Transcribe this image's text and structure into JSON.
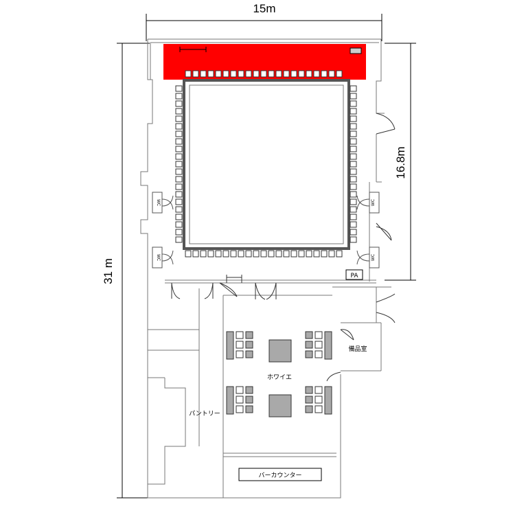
{
  "dimensions": {
    "width": "15m",
    "height": "31 m",
    "hall_height": "16.8m"
  },
  "rooms": {
    "pantry": "パントリー",
    "foyer": "ホワイエ",
    "storage": "備品室",
    "bar_counter": "バーカウンター",
    "pa": "PA",
    "wc": "WC"
  },
  "colors": {
    "stage": "#ff0000",
    "table": "#a9a9a9",
    "line": "#555555"
  }
}
